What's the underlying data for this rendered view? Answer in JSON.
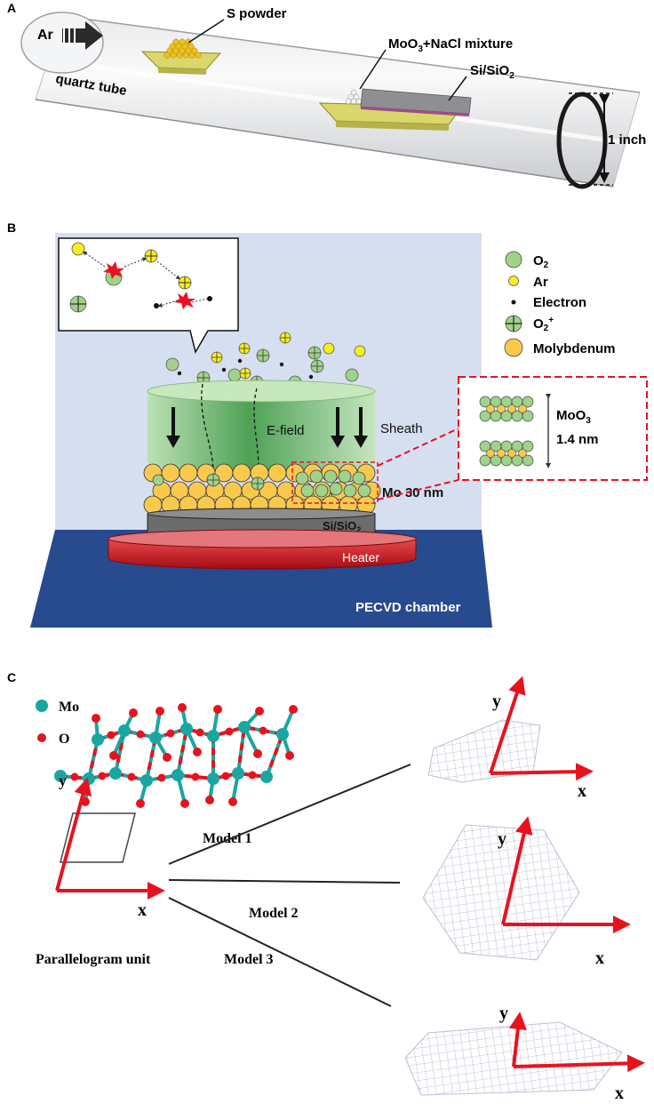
{
  "panel_a": {
    "letter": "A",
    "ar": "Ar",
    "s_powder": "S powder",
    "moo3_pre": "MoO",
    "moo3_sub": "3",
    "moo3_post": "+NaCl mixture",
    "sisio2_pre": "Si/SiO",
    "sisio2_sub": "2",
    "quartz": "quartz tube",
    "inch": "1 inch"
  },
  "panel_b": {
    "letter": "B",
    "legend": {
      "o2": "O",
      "o2_sub": "2",
      "ar": "Ar",
      "electron": "Electron",
      "o2plus": "O",
      "o2plus_sub": "2",
      "o2plus_sup": "+",
      "mo": "Molybdenum"
    },
    "efield": "E-field",
    "sheath": "Sheath",
    "mo30": "Mo 30 nm",
    "sisio2_pre": "Si/SiO",
    "sisio2_sub": "2",
    "heater": "Heater",
    "chamber": "PECVD chamber",
    "moo3_pre": "MoO",
    "moo3_sub": "3",
    "thickness": "1.4 nm"
  },
  "panel_c": {
    "letter": "C",
    "mo": "Mo",
    "o": "O",
    "model1": "Model 1",
    "model2": "Model 2",
    "model3": "Model 3",
    "unit": "Parallelogram unit",
    "x": "x",
    "y": "y"
  },
  "colors": {
    "chamber_bg": "#d6dff0",
    "chamber_floor": "#284a8e",
    "heater": "#c8141c",
    "sheath": "#7fc97a",
    "o2_green": "#9fd38a",
    "ar_yellow": "#f5ee1e",
    "mo_yellow": "#f9c94e",
    "mo_teal": "#1aa6a0",
    "o_red": "#e8121e",
    "axis_red": "#e8121e"
  }
}
